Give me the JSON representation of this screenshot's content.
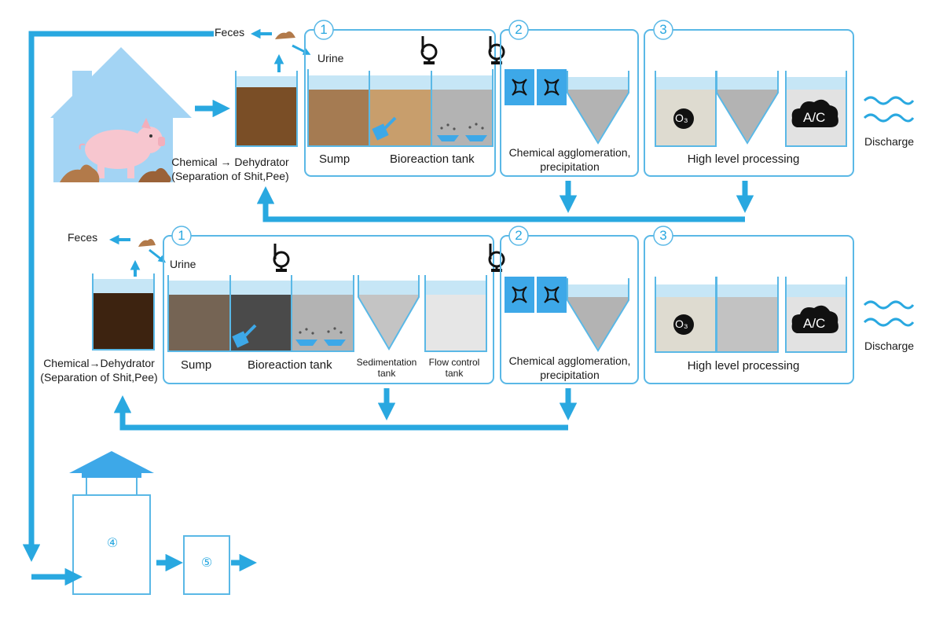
{
  "colors": {
    "accent": "#29a8e0",
    "border": "#5ab8e6",
    "water": "#c6e6f6",
    "house": "#a3d4f4",
    "pig": "#f7c6cf",
    "feces": "#b27a4a",
    "filter": "#3da8e8"
  },
  "icons": [
    "house-icon",
    "pig-icon",
    "feces-icon",
    "pump-icon",
    "aerator-icon",
    "mixer-icon",
    "ozone-icon",
    "activated-carbon-icon",
    "discharge-wave-icon",
    "arrow-icon"
  ],
  "top_row": {
    "feces_label": "Feces",
    "urine_label": "Urine",
    "dehydrator_label_1": "Chemical → Dehydrator",
    "dehydrator_label_2": "(Separation of Shit,Pee)",
    "stage1": {
      "number": "1",
      "sump": "Sump",
      "bioreaction": "Bioreaction tank"
    },
    "stage2": {
      "number": "2",
      "label_1": "Chemical agglomeration,",
      "label_2": "precipitation"
    },
    "stage3": {
      "number": "3",
      "label": "High level processing",
      "ozone": "O₃",
      "carbon": "A/C"
    },
    "discharge": "Discharge"
  },
  "bottom_row": {
    "feces_label": "Feces",
    "urine_label": "Urine",
    "dehydrator_label_1": "Chemical→Dehydrator",
    "dehydrator_label_2": "(Separation of Shit,Pee)",
    "stage1": {
      "number": "1",
      "sump": "Sump",
      "bioreaction": "Bioreaction tank",
      "sedimentation_1": "Sedimentation",
      "sedimentation_2": "tank",
      "flow_control_1": "Flow control",
      "flow_control_2": "tank"
    },
    "stage2": {
      "number": "2",
      "label_1": "Chemical agglomeration,",
      "label_2": "precipitation"
    },
    "stage3": {
      "number": "3",
      "label": "High level processing",
      "ozone": "O₃",
      "carbon": "A/C"
    },
    "discharge": "Discharge"
  },
  "facilities": {
    "composting_number": "④",
    "fifth_number": "⑤"
  }
}
